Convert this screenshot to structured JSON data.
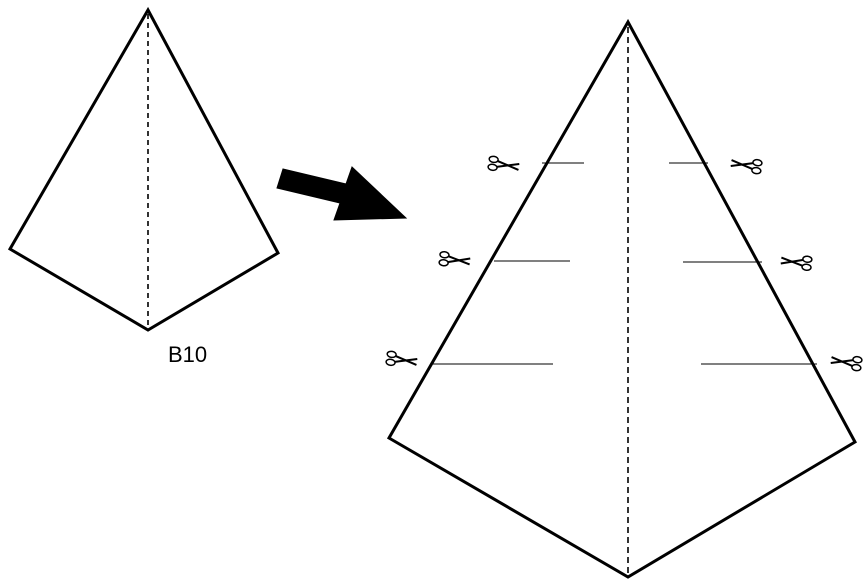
{
  "diagram": {
    "label": "B10",
    "colors": {
      "stroke": "#000000",
      "background": "#ffffff"
    },
    "small_shape": {
      "kind": "kite-shape",
      "center_line": "dashed"
    },
    "arrow": {
      "kind": "arrow-icon",
      "direction": "down-right"
    },
    "large_shape": {
      "kind": "kite-shape",
      "center_line": "dashed",
      "cut_marks_per_side": 3,
      "cut_mark_icon": "scissors-icon"
    }
  }
}
